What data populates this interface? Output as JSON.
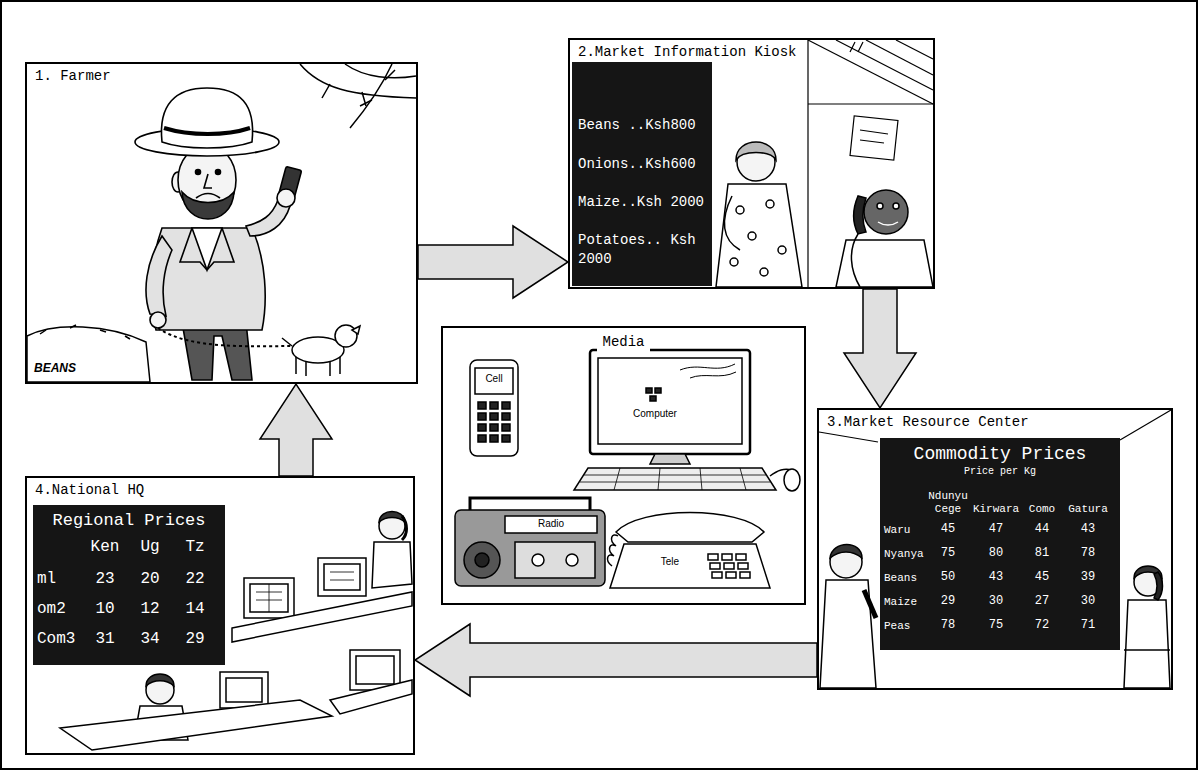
{
  "diagram": {
    "nodes": [
      {
        "text": [
          "1. Farmer"
        ]
      },
      {
        "text": [
          "2.Market Information Kiosk"
        ]
      },
      {
        "text": [
          "Beans ..Ksh800",
          "Onions..Ksh600",
          "Maize..Ksh 2000",
          "Potatoes.. Ksh 2000"
        ],
        "in": 1
      },
      {
        "text": [
          "Media"
        ]
      },
      {
        "text": [
          "3.Market Resource Center"
        ]
      },
      {
        "text": [
          "Commodity Prices",
          "Price per Kg"
        ],
        "in": 4
      },
      {
        "text": [
          "4.National HQ"
        ]
      },
      {
        "text": [
          "Regional Prices"
        ],
        "in": 6
      }
    ],
    "edges": [
      {
        "from": 0,
        "to": 1,
        "arrow": "to"
      },
      {
        "from": 1,
        "to": 4,
        "arrow": "to"
      },
      {
        "from": 4,
        "to": 6,
        "arrow": "to"
      },
      {
        "from": 6,
        "to": 0,
        "arrow": "to"
      }
    ],
    "labels": [
      "BEANS",
      "Cell",
      "Computer",
      "Radio",
      "Tele",
      "Ndunyu Cege",
      "Kirwara",
      "Como",
      "Gatura",
      "Waru",
      "45",
      "47",
      "44",
      "43",
      "Nyanya",
      "75",
      "80",
      "81",
      "78",
      "Beans",
      "50",
      "43",
      "45",
      "39",
      "Maize",
      "29",
      "30",
      "27",
      "30",
      "Peas",
      "78",
      "75",
      "72",
      "71",
      "Ken",
      "Ug",
      "Tz",
      "ml",
      "23",
      "20",
      "22",
      "om2",
      "10",
      "12",
      "14",
      "Com3",
      "31",
      "34",
      "29"
    ]
  }
}
